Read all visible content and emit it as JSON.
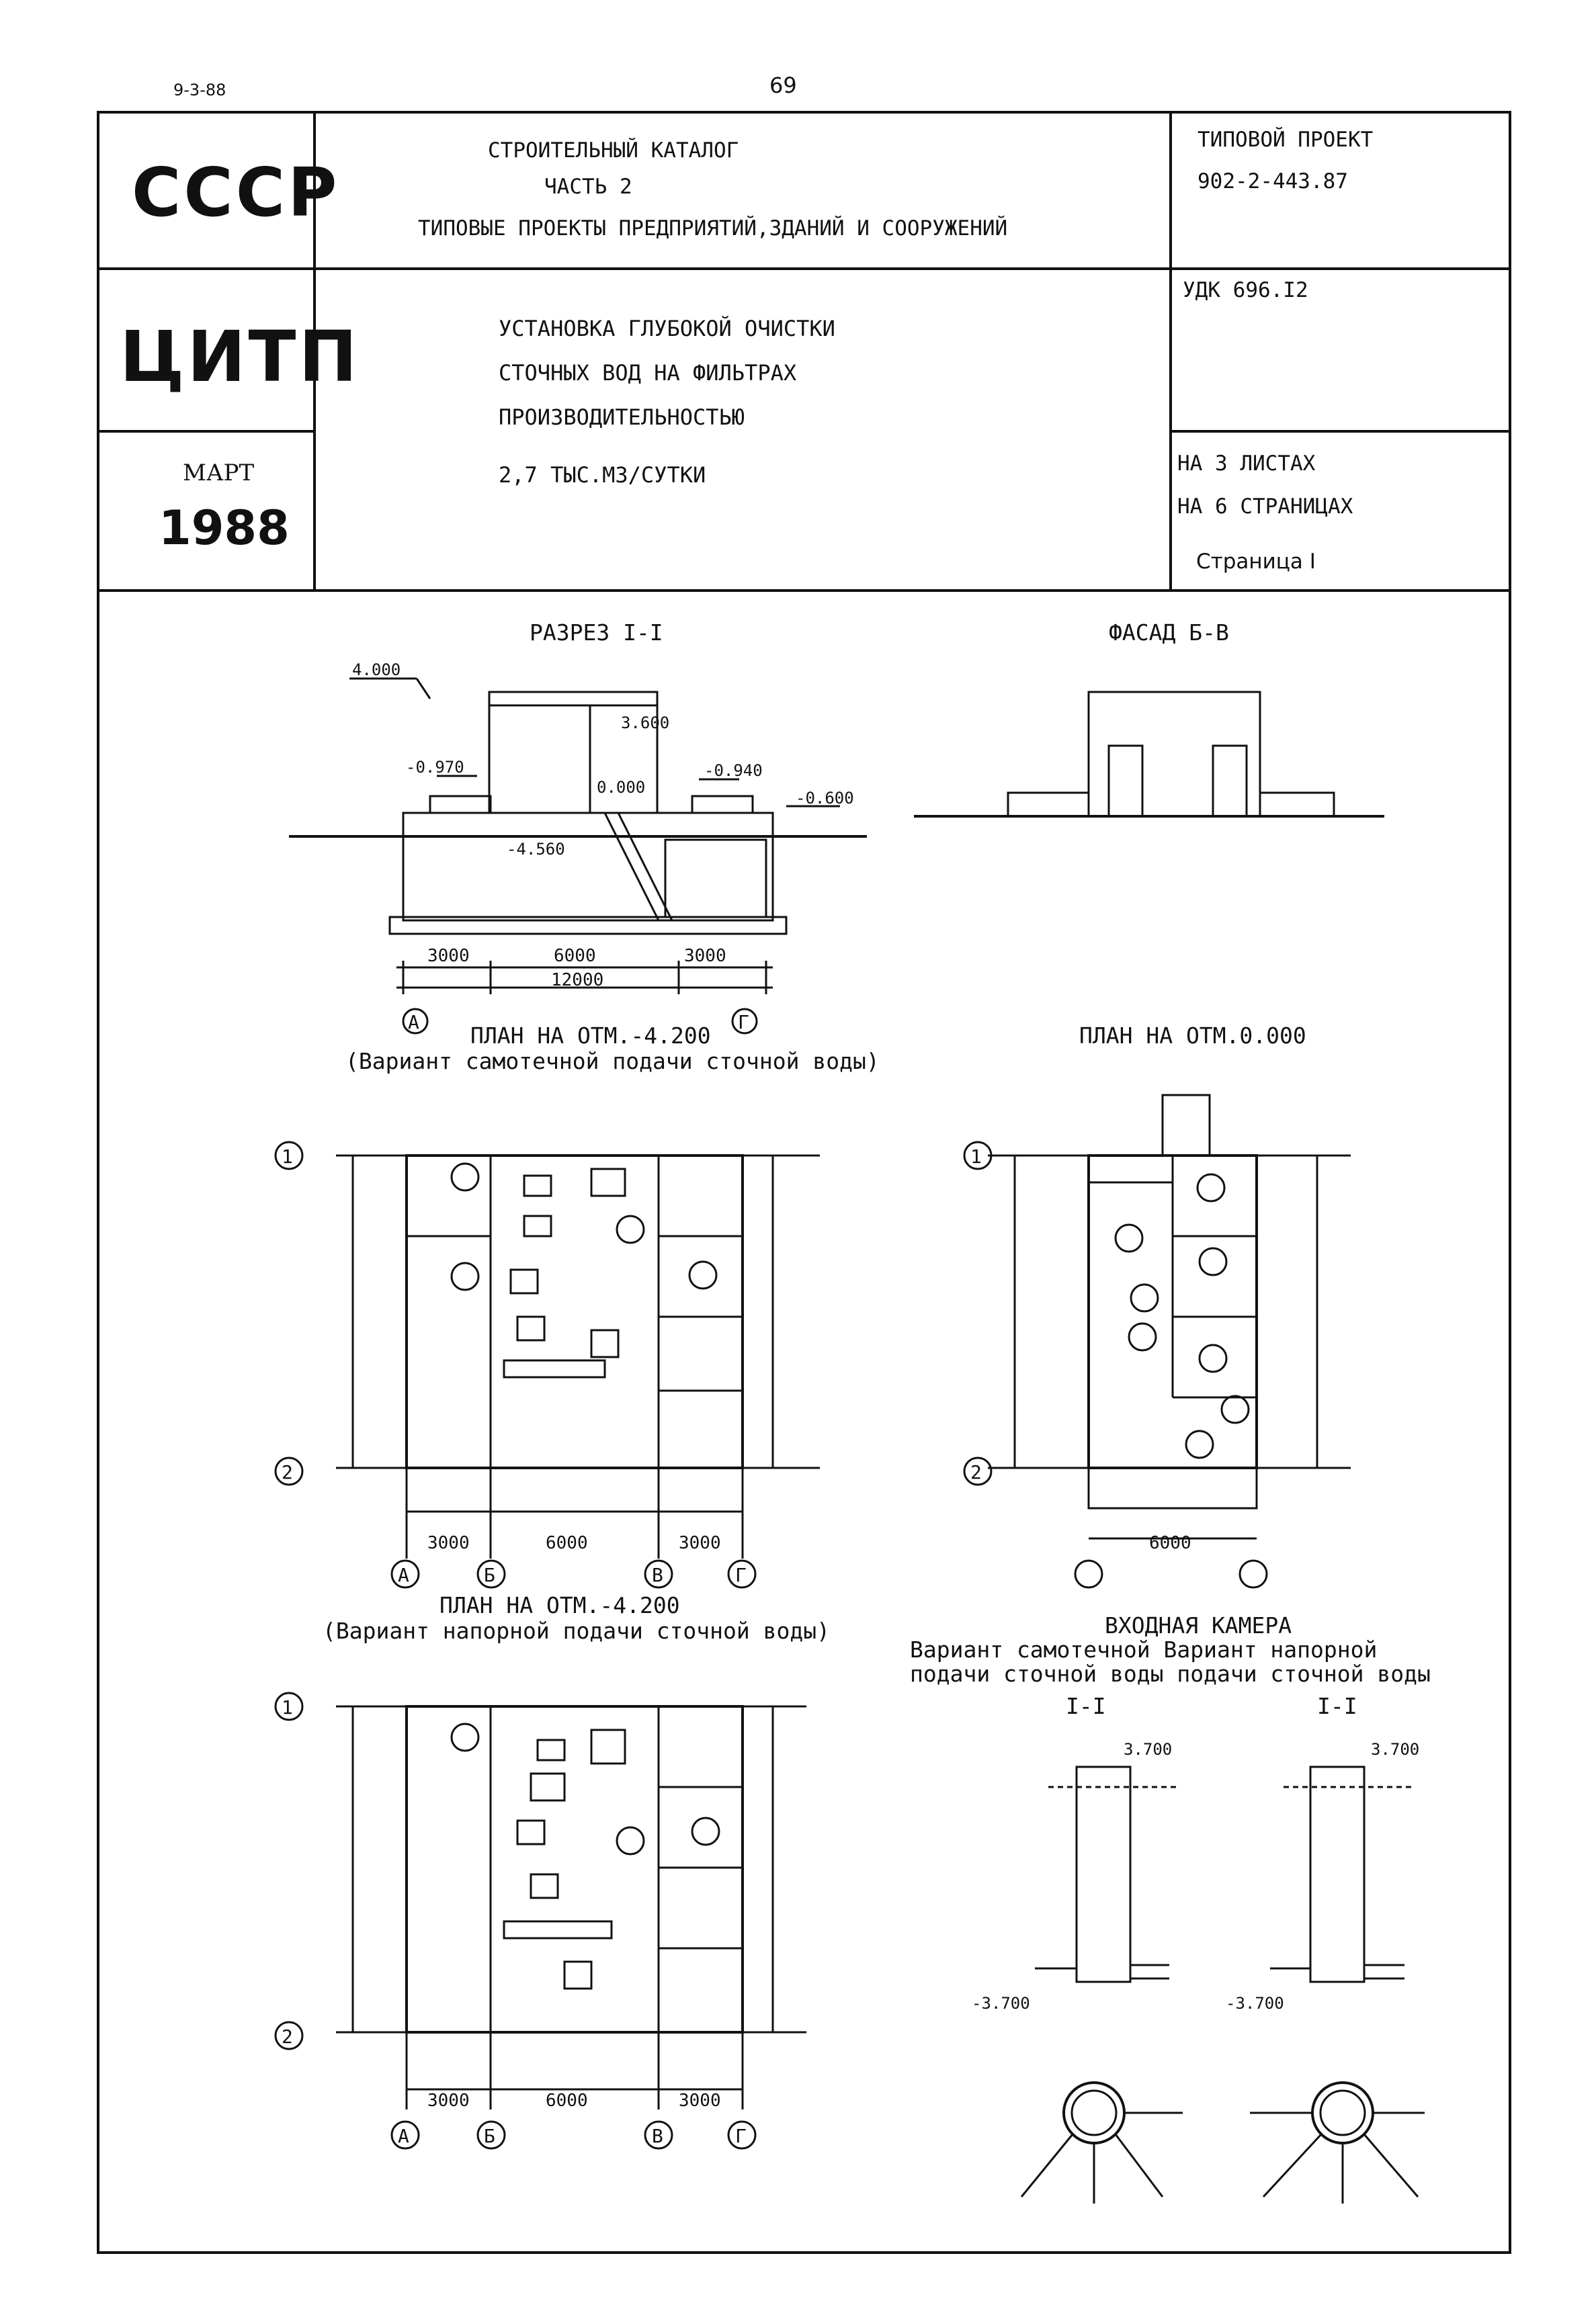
{
  "top": {
    "code": "9-3-88",
    "page_number": "69"
  },
  "header": {
    "org1": "СССР",
    "org2": "ЦИТП",
    "month": "МАРТ",
    "year": "1988",
    "catalog_line1": "СТРОИТЕЛЬНЫЙ  КАТАЛОГ",
    "catalog_line2": "ЧАСТЬ 2",
    "catalog_line3": "ТИПОВЫЕ ПРОЕКТЫ ПРЕДПРИЯТИЙ,ЗДАНИЙ И СООРУЖЕНИЙ",
    "title_line1": "УСТАНОВКА ГЛУБОКОЙ ОЧИСТКИ",
    "title_line2": "СТОЧНЫХ ВОД НА ФИЛЬТРАХ",
    "title_line3": "ПРОИЗВОДИТЕЛЬНОСТЬЮ",
    "title_line4": "2,7 ТЫС.М3/СУТКИ",
    "project_label": "ТИПОВОЙ  ПРОЕКТ",
    "project_number": "902-2-443.87",
    "udk": "УДК 696.I2",
    "sheets": "НА 3 ЛИСТАХ",
    "pages": "НА 6 СТРАНИЦАХ",
    "page": "Страница I"
  },
  "drawings": {
    "section_title": "РАЗРЕЗ I-I",
    "facade_title": "ФАСАД Б-В",
    "plan1_title": "ПЛАН НА ОТМ.-4.200",
    "plan1_subtitle": "(Вариант самотечной подачи сточной воды)",
    "plan2_title": "ПЛАН НА ОТМ.0.000",
    "plan3_title": "ПЛАН НА ОТМ.-4.200",
    "plan3_subtitle": "(Вариант напорной подачи сточной воды)",
    "chamber_title": "ВХОДНАЯ  КАМЕРА",
    "chamber_variant_line1": "Вариант самотечной  Вариант напорной",
    "chamber_variant_line2": "подачи сточной воды подачи сточной воды",
    "chamber_section_a": "I-I",
    "chamber_section_b": "I-I"
  }
}
